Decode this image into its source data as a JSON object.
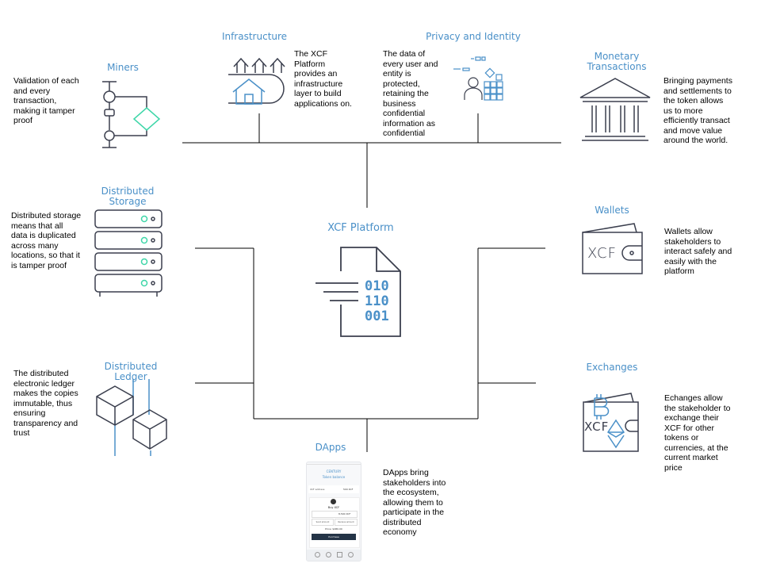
{
  "center": {
    "title": "XCF Platform",
    "bits": [
      "010",
      "110",
      "001"
    ]
  },
  "nodes": {
    "infrastructure": {
      "title": "Infrastructure",
      "desc": [
        "The XCF",
        "Platform",
        "provides an",
        "infrastructure",
        "layer to build",
        "applications on."
      ]
    },
    "privacy": {
      "title": "Privacy and Identity",
      "desc": [
        "The data of",
        "every user and",
        "entity is",
        "protected,",
        "retaining the",
        "business",
        "confidential",
        "information as",
        "confidential"
      ]
    },
    "miners": {
      "title": "Miners",
      "desc": [
        "Validation of each",
        "and every",
        "transaction,",
        "making it tamper",
        "proof"
      ]
    },
    "monetary": {
      "title_lines": [
        "Monetary",
        "Transactions"
      ],
      "desc": [
        "Bringing payments",
        "and settlements to",
        "the token allows",
        "us to more",
        "efficiently transact",
        "and move value",
        "around the world."
      ]
    },
    "storage": {
      "title_lines": [
        "Distributed",
        "Storage"
      ],
      "desc": [
        "Distributed storage",
        "means that all",
        "data is duplicated",
        "across many",
        "locations, so that it",
        "is tamper proof"
      ]
    },
    "wallets": {
      "title": "Wallets",
      "icon_text": "XCF",
      "desc": [
        "Wallets allow",
        "stakeholders to",
        "interact safely and",
        "easily with the",
        "platform"
      ]
    },
    "ledger": {
      "title_lines": [
        "Distributed",
        "Ledger"
      ],
      "desc": [
        "The distributed",
        "electronic ledger",
        "makes the copies",
        "immutable, thus",
        "ensuring",
        "transparency and",
        "trust"
      ]
    },
    "exchanges": {
      "title": "Exchanges",
      "icon_text": "XCF",
      "desc": [
        "Echanges allow",
        "the stakeholder to",
        "exchange their",
        "XCF for other",
        "tokens or",
        "currencies, at the",
        "current market",
        "price"
      ]
    },
    "dapps": {
      "title": "DApps",
      "desc": [
        "DApps bring",
        "stakeholders into",
        "the ecosystem,",
        "allowing them to",
        "participate in the",
        "distributed",
        "economy"
      ]
    }
  },
  "phone": {
    "brand": "CENTURY",
    "subtitle": "Token balance",
    "row_label": "XCF address",
    "row_value": "500 XCF",
    "buy_label": "Buy XCF",
    "amount": "8,500 XCF",
    "btn_left": "Send amount",
    "btn_right": "Receive amount",
    "price": "Price: $480.00",
    "purchase": "Purchase"
  },
  "colors": {
    "accent": "#4a90c8",
    "icon_dark": "#3b3f4e",
    "teal": "#3ed6a8",
    "line": "#000000"
  }
}
